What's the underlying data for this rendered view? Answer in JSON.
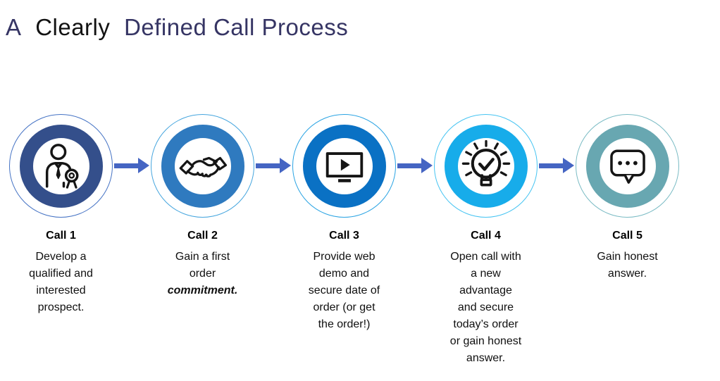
{
  "title": {
    "part1": "A",
    "part2": "Clearly",
    "part3": "Defined Call Process",
    "color_accent": "#363564",
    "color_plain": "#121212"
  },
  "arrow": {
    "color": "#4565c3"
  },
  "steps": [
    {
      "title": "Call 1",
      "lines": [
        "Develop a",
        "qualified and",
        "interested",
        "prospect."
      ],
      "icon": "businessman-badge",
      "ring_color": "#344f8b",
      "outer_color": "#4472c4"
    },
    {
      "title": "Call 2",
      "lines": [
        "Gain a first",
        "order"
      ],
      "emphasis_line": "commitment.",
      "icon": "handshake",
      "ring_color": "#2f7abf",
      "outer_color": "#45a5de"
    },
    {
      "title": "Call 3",
      "lines": [
        "Provide web",
        "demo and",
        "secure date of",
        "order (or get",
        "the order!)"
      ],
      "icon": "video-monitor-play",
      "ring_color": "#0a71c4",
      "outer_color": "#29a3e3"
    },
    {
      "title": "Call 4",
      "lines": [
        "Open call with",
        "a new",
        "advantage",
        "and secure",
        "today’s order",
        "or gain honest",
        "answer."
      ],
      "icon": "lightbulb-check",
      "ring_color": "#17acea",
      "outer_color": "#45c4f2"
    },
    {
      "title": "Call 5",
      "lines": [
        "Gain honest",
        "answer."
      ],
      "icon": "speech-bubble-dots",
      "ring_color": "#68a7b1",
      "outer_color": "#7abbc4"
    }
  ]
}
